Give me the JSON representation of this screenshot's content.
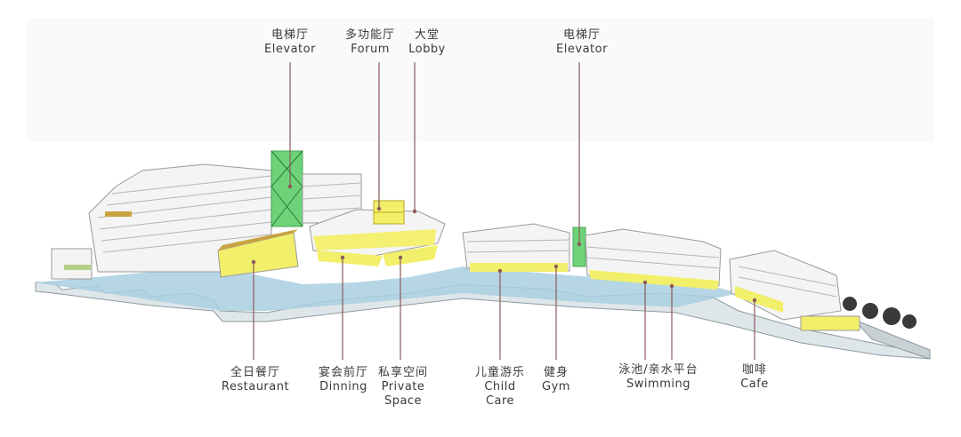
{
  "labels": {
    "elevator_left": {
      "zh": "电梯厅",
      "en": "Elevator"
    },
    "forum": {
      "zh": "多功能厅",
      "en": "Forum"
    },
    "lobby": {
      "zh": "大堂",
      "en": "Lobby"
    },
    "elevator_right": {
      "zh": "电梯厅",
      "en": "Elevator"
    },
    "restaurant": {
      "zh": "全日餐厅",
      "en": "Restaurant"
    },
    "dinning": {
      "zh": "宴会前厅",
      "en": "Dinning"
    },
    "private_space": {
      "zh": "私享空间",
      "en1": "Private",
      "en2": "Space"
    },
    "child_care": {
      "zh": "儿童游乐",
      "en1": "Child",
      "en2": "Care"
    },
    "gym": {
      "zh": "健身",
      "en": "Gym"
    },
    "swimming": {
      "zh": "泳池/亲水平台",
      "en": "Swimming"
    },
    "cafe": {
      "zh": "咖啡",
      "en": "Cafe"
    }
  },
  "colors": {
    "leader_line": "#8a5a5a",
    "highlight_yellow": "#f2ef6a",
    "glass_green": "#5fcf6a",
    "water_blue": "#a9cfe0",
    "building_white": "#f4f4f4",
    "building_line": "#9a9a9a"
  }
}
